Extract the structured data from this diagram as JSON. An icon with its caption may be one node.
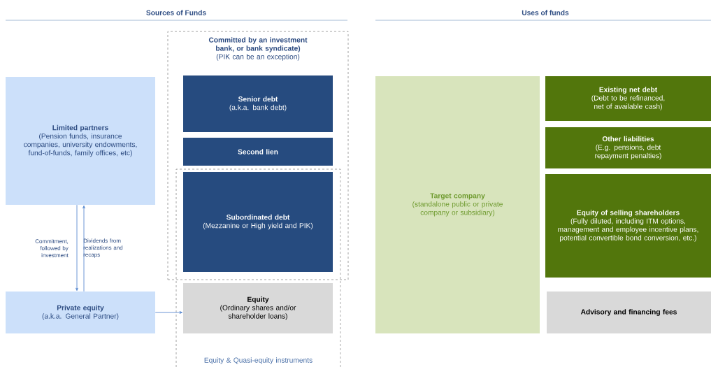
{
  "diagram": {
    "nodes": [
      {
        "text": [
          "Limited partners",
          "(Pension funds, insurance companies, university endowments, fund-of-funds, family offices, etc)"
        ]
      },
      {
        "text": [
          "Private equity",
          "(a.k.a. General Partner)"
        ]
      },
      {
        "text": [
          "Committed by an investment bank, or bank syndicate)",
          "(PIK can be an exception)"
        ]
      },
      {
        "text": [
          "Senior debt",
          "(a.k.a. bank debt)"
        ],
        "in": 2
      },
      {
        "text": [
          "Second lien"
        ],
        "in": 2
      },
      {
        "text": [
          "Equity & Quasi-equity instruments"
        ]
      },
      {
        "text": [
          "Subordinated debt",
          "(Mezzanine or High yield and PIK)"
        ]
      },
      {
        "text": [
          "Equity",
          "(Ordinary shares and/or shareholder loans)"
        ],
        "in": 5
      },
      {
        "text": [
          "Target company",
          "(standalone public or private company or subsidiary)"
        ]
      },
      {
        "text": [
          "Existing net debt",
          "(Debt to be refinanced, net of available cash)"
        ]
      },
      {
        "text": [
          "Other liabilities",
          "(E.g. pensions, debt repayment penalties)"
        ]
      },
      {
        "text": [
          "Equity of selling shareholders",
          "(Fully diluted, including ITM options, management and employee incentive plans, potential convertible bond conversion, etc.)"
        ]
      },
      {
        "text": [
          "Advisory and financing fees"
        ]
      }
    ],
    "edges": [
      {
        "from": 0,
        "to": 1,
        "arrow": "to",
        "label": "Commitment, followed by investment"
      },
      {
        "from": 1,
        "to": 0,
        "arrow": "to",
        "label": "Dividends from realizations and recaps"
      },
      {
        "from": 1,
        "to": 7,
        "arrow": "to"
      }
    ],
    "labels": [
      "Sources of Funds",
      "Uses of funds"
    ]
  }
}
